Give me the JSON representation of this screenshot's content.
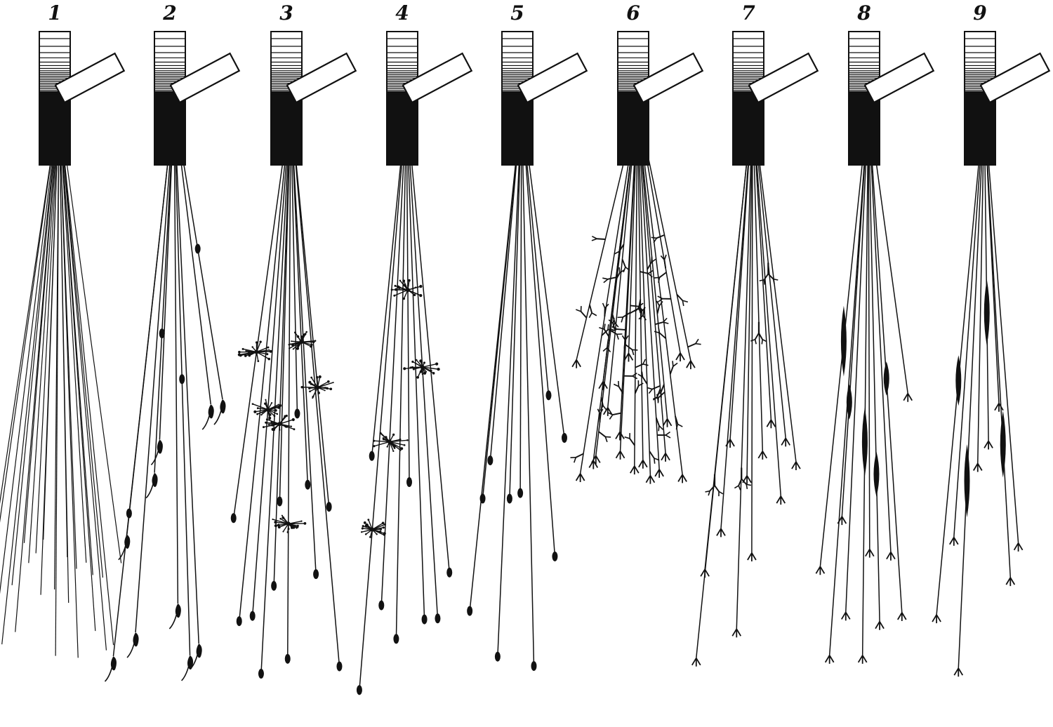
{
  "figure": {
    "ink_color": "#111111",
    "paper_color": "#ffffff",
    "panels": [
      {
        "label": "1",
        "ending": "none",
        "rays": 24
      },
      {
        "label": "2",
        "ending": "tadpole",
        "rays": 10
      },
      {
        "label": "3",
        "ending": "bushy",
        "rays": 12
      },
      {
        "label": "4",
        "ending": "bushy",
        "rays": 8
      },
      {
        "label": "5",
        "ending": "drop",
        "rays": 10
      },
      {
        "label": "6",
        "ending": "branched",
        "rays": 18
      },
      {
        "label": "7",
        "ending": "fork",
        "rays": 12
      },
      {
        "label": "8",
        "ending": "spindle",
        "rays": 10
      },
      {
        "label": "9",
        "ending": "spindle",
        "rays": 8
      }
    ]
  }
}
